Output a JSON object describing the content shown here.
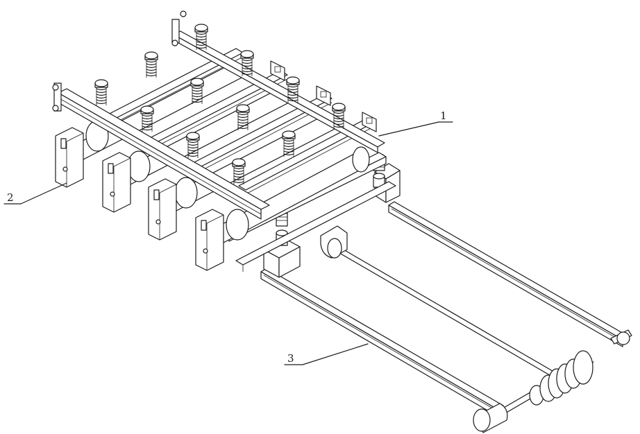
{
  "diagram": {
    "labels": [
      {
        "id": "1",
        "text": "1"
      },
      {
        "id": "2",
        "text": "2"
      },
      {
        "id": "3",
        "text": "3"
      }
    ]
  }
}
